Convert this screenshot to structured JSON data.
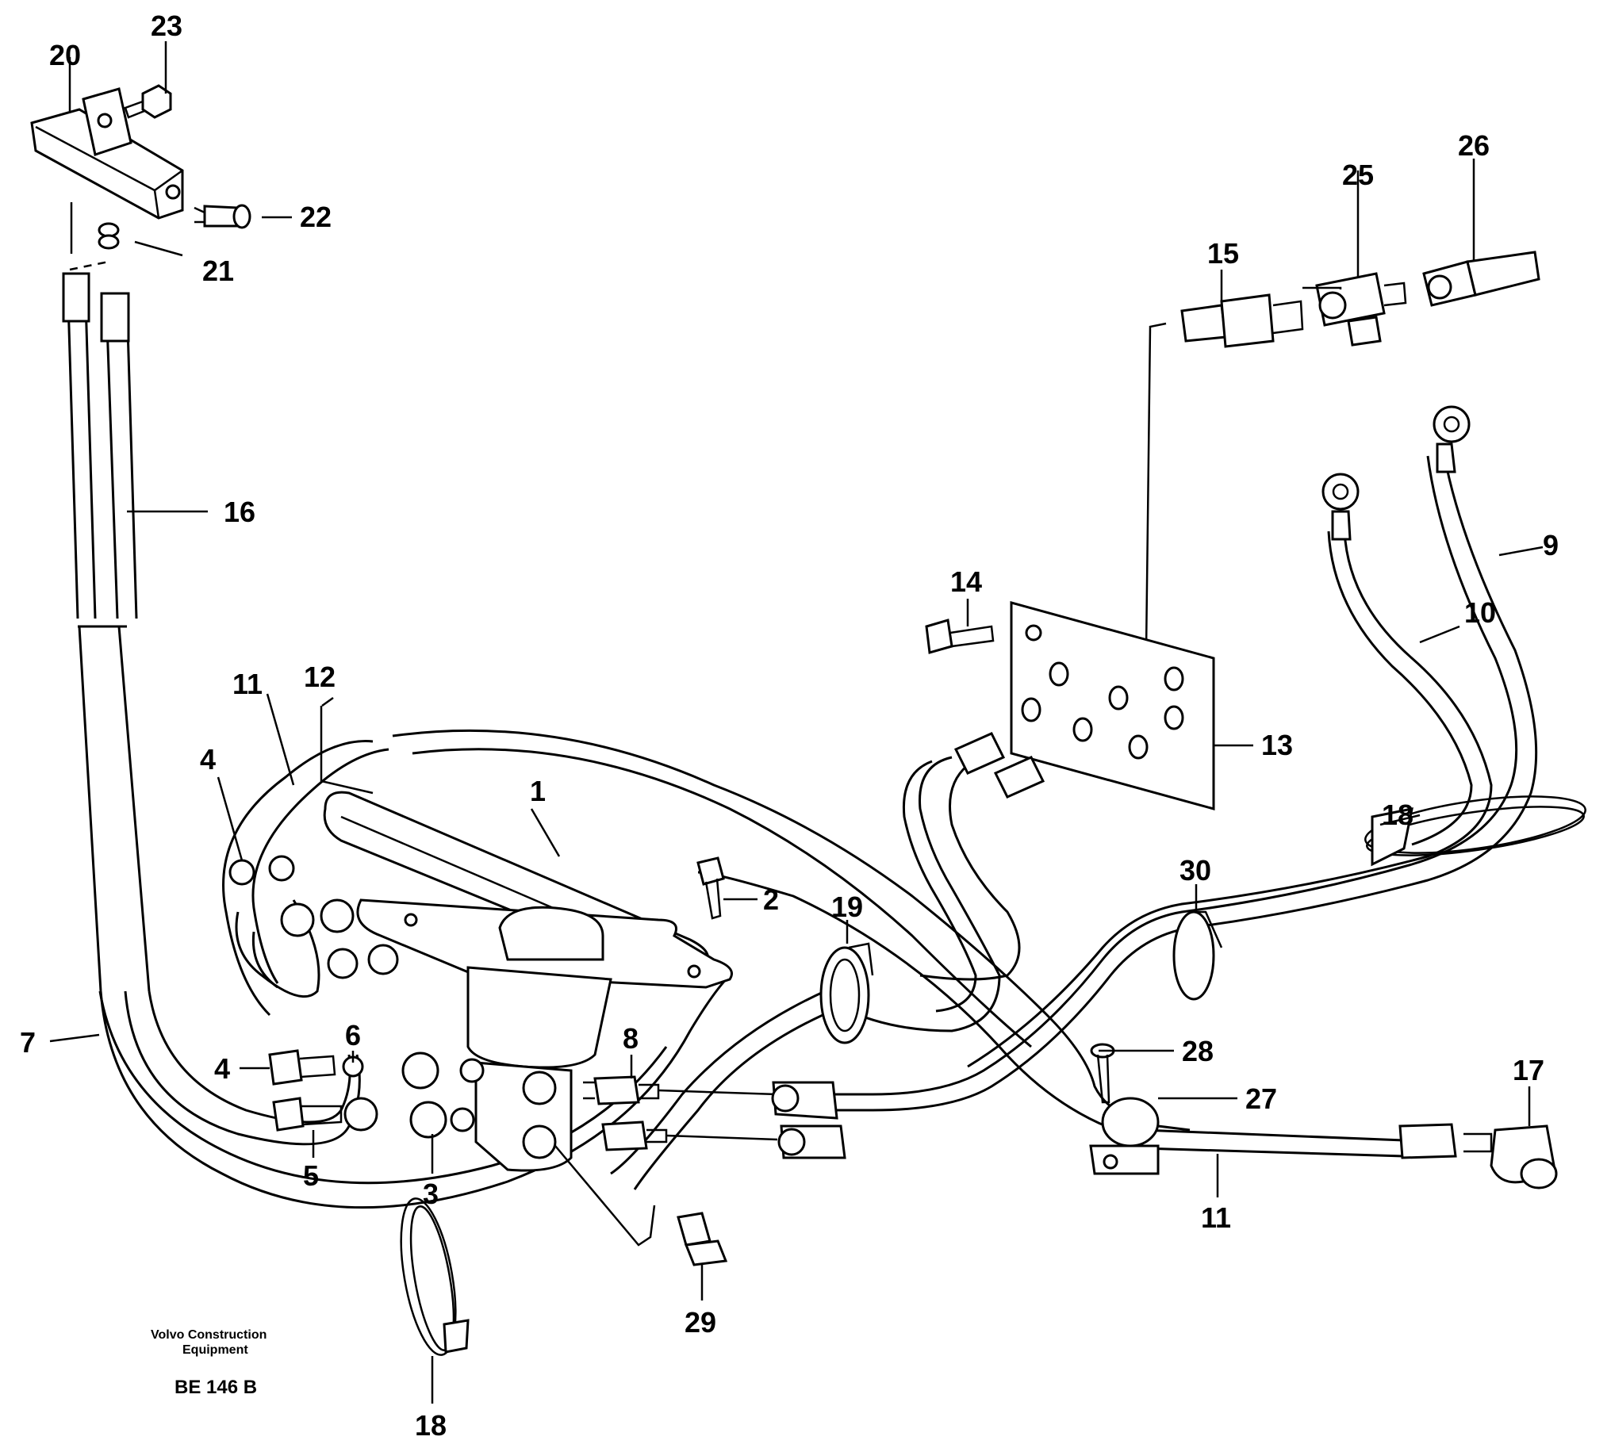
{
  "credit": {
    "line1": "Volvo Construction",
    "line2": "Equipment",
    "code": "BE 146 B"
  },
  "callouts": {
    "c1": "1",
    "c2": "2",
    "c3": "3",
    "c4a": "4",
    "c4b": "4",
    "c5": "5",
    "c6": "6",
    "c7": "7",
    "c8": "8",
    "c9": "9",
    "c10": "10",
    "c11a": "11",
    "c11b": "11",
    "c12": "12",
    "c13": "13",
    "c14": "14",
    "c15": "15",
    "c16": "16",
    "c17": "17",
    "c18a": "18",
    "c18b": "18",
    "c19": "19",
    "c20": "20",
    "c21": "21",
    "c22": "22",
    "c23": "23",
    "c25": "25",
    "c26": "26",
    "c27": "27",
    "c28": "28",
    "c29": "29",
    "c30": "30"
  }
}
